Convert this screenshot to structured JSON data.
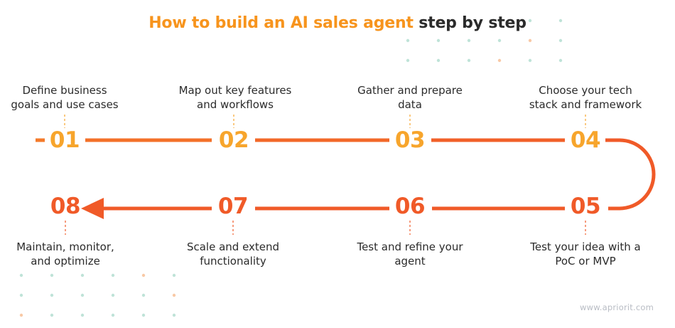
{
  "title": {
    "highlight": "How to build an AI sales agent",
    "rest": " step by step"
  },
  "steps": [
    {
      "number": "01",
      "label": "Define business\ngoals and use cases"
    },
    {
      "number": "02",
      "label": "Map out key features\nand workflows"
    },
    {
      "number": "03",
      "label": "Gather and prepare\ndata"
    },
    {
      "number": "04",
      "label": "Choose your tech\nstack and framework"
    },
    {
      "number": "05",
      "label": "Test your idea with a\nPoC or MVP"
    },
    {
      "number": "06",
      "label": "Test and refine your\nagent"
    },
    {
      "number": "07",
      "label": "Scale and extend\nfunctionality"
    },
    {
      "number": "08",
      "label": "Maintain, monitor,\nand optimize"
    }
  ],
  "footer": "www.apriorit.com",
  "colors": {
    "title_accent": "#F7941D",
    "title_dark": "#2B2B2B",
    "top_row_numbers": "#F7A52C",
    "bottom_row_numbers": "#F05A28",
    "line_gradient_start": "#F05A28",
    "line_gradient_end": "#F05A28",
    "dot_teal": "#BFE3D8",
    "dot_peach": "#F8C9A6",
    "text": "#2B2B2B",
    "footer": "#B8BCC4"
  },
  "decorative_icons": [
    "dot-grid-top-right",
    "dot-grid-bottom-left",
    "arrowhead-icon"
  ]
}
